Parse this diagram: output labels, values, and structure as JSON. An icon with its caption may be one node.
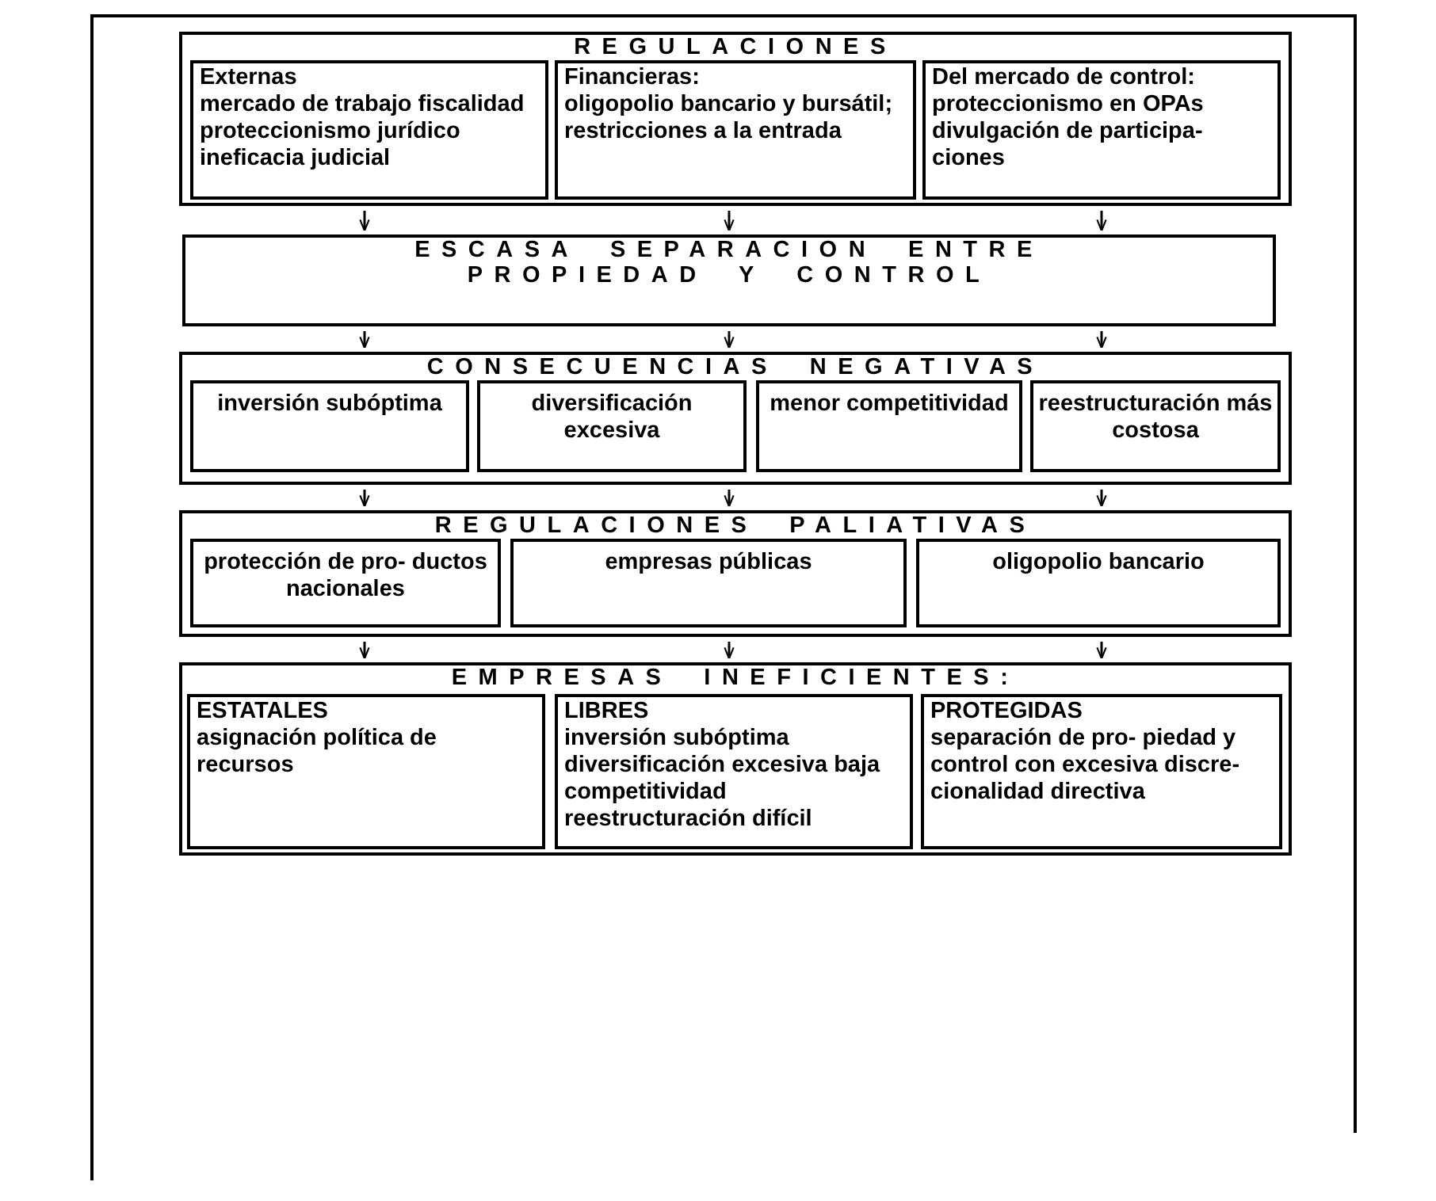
{
  "diagram": {
    "nodes": [
      {
        "text": [
          "REGULACIONES"
        ]
      },
      {
        "text": [
          "Externas",
          "mercado de trabajo fiscalidad proteccionismo jurídico ineficacia judicial"
        ],
        "in": 0
      },
      {
        "text": [
          "Financieras:",
          "oligopolio bancario y bursátil; restricciones a la entrada"
        ],
        "in": 0
      },
      {
        "text": [
          "Del mercado de control:",
          "proteccionismo en OPAs divulgación de participa- ciones"
        ],
        "in": 0
      },
      {
        "text": [
          "ESCASA SEPARACION ENTRE PROPIEDAD Y CONTROL"
        ]
      },
      {
        "text": [
          "CONSECUENCIAS NEGATIVAS"
        ]
      },
      {
        "text": [
          "inversión subóptima"
        ],
        "in": 5
      },
      {
        "text": [
          "diversificación excesiva"
        ],
        "in": 5
      },
      {
        "text": [
          "menor competitividad"
        ],
        "in": 5
      },
      {
        "text": [
          "reestructuración más costosa"
        ],
        "in": 5
      },
      {
        "text": [
          "REGULACIONES PALIATIVAS"
        ]
      },
      {
        "text": [
          "protección de pro- ductos nacionales"
        ],
        "in": 10
      },
      {
        "text": [
          "empresas públicas"
        ],
        "in": 10
      },
      {
        "text": [
          "oligopolio bancario"
        ],
        "in": 10
      },
      {
        "text": [
          "EMPRESAS INEFICIENTES:"
        ]
      },
      {
        "text": [
          "ESTATALES",
          "asignación política de recursos"
        ],
        "in": 14
      },
      {
        "text": [
          "LIBRES",
          "inversión subóptima diversificación excesiva baja competitividad reestructuración difícil"
        ],
        "in": 14
      },
      {
        "text": [
          "PROTEGIDAS",
          "separación de pro- piedad y control con excesiva discre- cionalidad directiva"
        ],
        "in": 14
      }
    ],
    "edges": [
      {
        "from": 0,
        "to": 4,
        "arrow": "to"
      },
      {
        "from": 0,
        "to": 4,
        "arrow": "to"
      },
      {
        "from": 0,
        "to": 4,
        "arrow": "to"
      },
      {
        "from": 4,
        "to": 5,
        "arrow": "to"
      },
      {
        "from": 4,
        "to": 5,
        "arrow": "to"
      },
      {
        "from": 4,
        "to": 5,
        "arrow": "to"
      },
      {
        "from": 5,
        "to": 10,
        "arrow": "to"
      },
      {
        "from": 5,
        "to": 10,
        "arrow": "to"
      },
      {
        "from": 5,
        "to": 10,
        "arrow": "to"
      },
      {
        "from": 10,
        "to": 14,
        "arrow": "to"
      },
      {
        "from": 10,
        "to": 14,
        "arrow": "to"
      },
      {
        "from": 10,
        "to": 14,
        "arrow": "to"
      }
    ]
  }
}
